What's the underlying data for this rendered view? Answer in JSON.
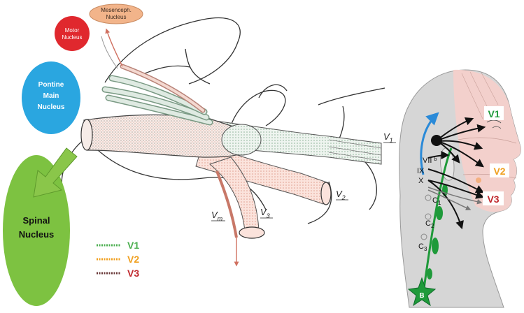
{
  "nuclei": {
    "mesenceph": {
      "line1": "Mesenceph.",
      "line2": "Nucleus"
    },
    "motor": {
      "line1": "Motor",
      "line2": "Nucleus"
    },
    "pontine": {
      "line1": "Pontine",
      "line2": "Main",
      "line3": "Nucleus"
    },
    "spinal": {
      "line1": "Spinal",
      "line2": "Nucleus"
    }
  },
  "nerve_labels": {
    "v1": "V",
    "v1_sub": "1",
    "v2": "V",
    "v2_sub": "2",
    "v3": "V",
    "v3_sub": "3",
    "vm": "V",
    "vm_sub": "m"
  },
  "legend": [
    {
      "label": "V1",
      "color": "#4caf50"
    },
    {
      "label": "V2",
      "color": "#f0a020"
    },
    {
      "label": "V3",
      "color": "#c0282d"
    }
  ],
  "head": {
    "zone_v1": "V1",
    "zone_v2": "V2",
    "zone_v3": "V3",
    "nerve_vii": "VII",
    "nerve_vii_mark": "b",
    "nerve_ix": "IX",
    "nerve_x": "X",
    "c1": "C",
    "c1_sub": "1",
    "c2": "C",
    "c2_sub": "2",
    "c3": "C",
    "c3_sub": "3",
    "brainstem": "B"
  },
  "colors": {
    "motor": "#e0282e",
    "pontine": "#2aa6e0",
    "spinal": "#7dc241",
    "mesenceph": "#f2b48a",
    "v1": "#4caf50",
    "v2": "#f0a020",
    "v3": "#c0282d"
  }
}
